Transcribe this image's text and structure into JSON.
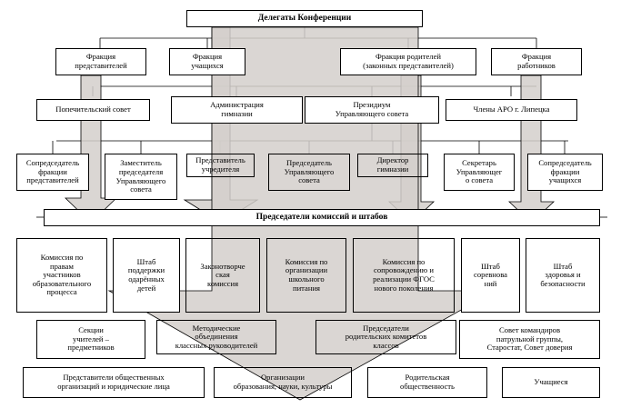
{
  "title": "Делегаты Конференции",
  "factions": [
    {
      "key": "reps",
      "label": "Фракция\nпредставителей"
    },
    {
      "key": "students",
      "label": "Фракция\nучащихся"
    },
    {
      "key": "parents",
      "label": "Фракция родителей\n(законных представителей)"
    },
    {
      "key": "workers",
      "label": "Фракция\nработников"
    }
  ],
  "row2": [
    {
      "key": "trustees",
      "label": "Попечительский совет"
    },
    {
      "key": "admin",
      "label": "Администрация\nгимназии"
    },
    {
      "key": "presidium",
      "label": "Президиум\nУправляющего совета"
    },
    {
      "key": "aro",
      "label": "Члены АРО  г. Липецка"
    }
  ],
  "row3": [
    {
      "key": "cochair_reps",
      "label": "Сопредседатель\nфракции\nпредставителей"
    },
    {
      "key": "deputy",
      "label": "Заместитель\nпредседателя\nУправляющего\nсовета"
    },
    {
      "key": "founder_rep",
      "label": "Представитель\nучредителя"
    },
    {
      "key": "chair",
      "label": "Председатель\nУправляющего\nсовета"
    },
    {
      "key": "director",
      "label": "Директор\nгимназии"
    },
    {
      "key": "secretary",
      "label": "Секретарь\nУправляющег\nо совета"
    },
    {
      "key": "cochair_students",
      "label": "Сопредседатель\nфракции\nучащихся"
    }
  ],
  "chairs_bar": "Председатели комиссий и штабов",
  "commissions": [
    {
      "key": "rights",
      "label": "Комиссия по\nправам\nучастников\nобразовательного\nпроцесса"
    },
    {
      "key": "gifted",
      "label": "Штаб\nподдержки\nодарённых\nдетей"
    },
    {
      "key": "lawmaking",
      "label": "Законотворче\nская\nкомиссия"
    },
    {
      "key": "catering",
      "label": "Комиссия по\nорганизации\nшкольного\nпитания"
    },
    {
      "key": "fgos",
      "label": "Комиссия по\nсопровождению и\nреализации ФГОС\nнового поколения"
    },
    {
      "key": "sports",
      "label": "Штаб\nсоревнова\nний"
    },
    {
      "key": "health",
      "label": "Штаб\nздоровья и\nбезопасности"
    }
  ],
  "row5": [
    {
      "key": "sections",
      "label": "Секции\nучителей –\nпредметников"
    },
    {
      "key": "method",
      "label": "Методические\nобъединения\nклассных руководителей"
    },
    {
      "key": "parent_chairs",
      "label": "Председатели\nродительских комитетов\nклассов"
    },
    {
      "key": "council",
      "label": "Совет командиров\nпатрульной группы,\nСтаростат, Совет доверия"
    }
  ],
  "row6": [
    {
      "key": "public_reps",
      "label": "Представители общественных\nорганизаций и юридические лица"
    },
    {
      "key": "orgs",
      "label": "Организации\nобразования, науки, культуры"
    },
    {
      "key": "parent_public",
      "label": "Родительская\nобщественность"
    },
    {
      "key": "pupils",
      "label": "Учащиеся"
    }
  ],
  "colors": {
    "arrow_fill": "#d3cfcb",
    "arrow_stroke": "#000000",
    "box_border": "#000000"
  }
}
